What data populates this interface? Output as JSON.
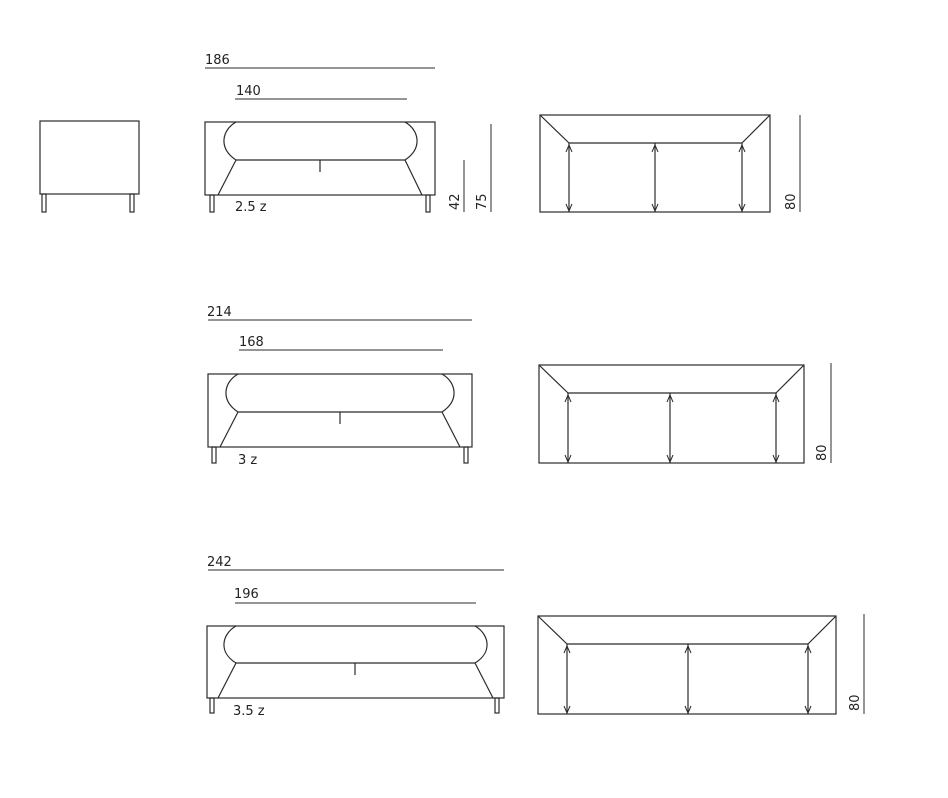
{
  "side_view": {},
  "sofas": [
    {
      "overall_width": "186",
      "seat_width": "140",
      "seats": "2.5 z",
      "seat_height": "42",
      "total_height": "75",
      "depth": "80"
    },
    {
      "overall_width": "214",
      "seat_width": "168",
      "seats": "3 z",
      "depth": "80"
    },
    {
      "overall_width": "242",
      "seat_width": "196",
      "seats": "3.5 z",
      "depth": "80"
    }
  ],
  "colors": {
    "line": "#2b2b2b",
    "background": "#ffffff"
  }
}
